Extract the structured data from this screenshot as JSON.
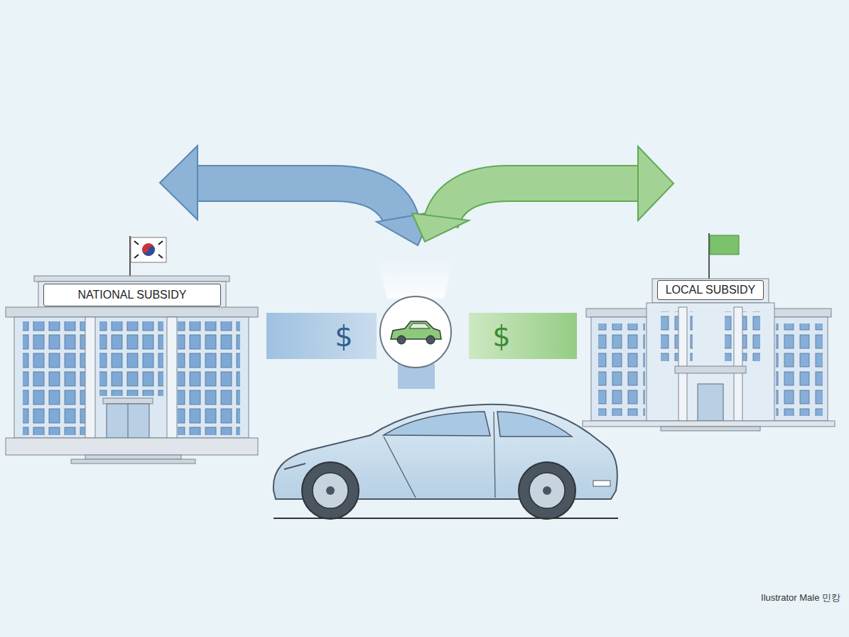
{
  "diagram": {
    "nodes": [
      {
        "text": [
          "NATIONAL SUBSIDY"
        ]
      },
      {
        "text": [
          "$"
        ]
      },
      {
        "text": [
          "$"
        ]
      },
      {
        "text": [
          "LOCAL SUBSIDY"
        ]
      }
    ],
    "labels": [
      "Ilustrator Male 민캉"
    ]
  }
}
